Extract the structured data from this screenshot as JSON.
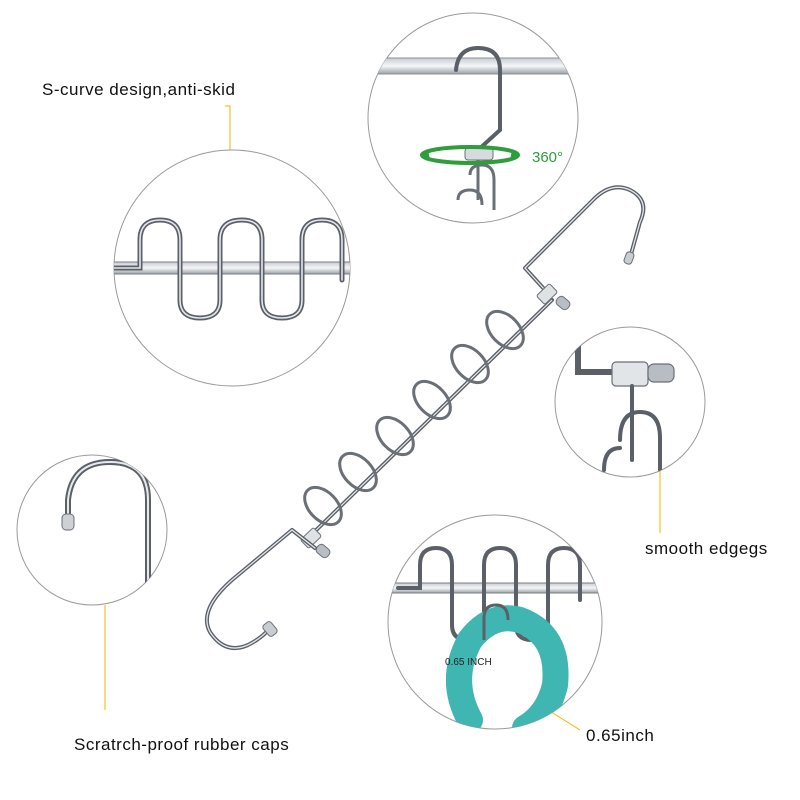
{
  "callouts": {
    "s_curve": "S-curve design,anti-skid",
    "smooth_edges": "smooth edgegs",
    "rubber_caps": "Scratrch-proof rubber caps",
    "size": "0.65inch"
  },
  "detail": {
    "rotation": "360°",
    "size_inch": "0.65 INCH"
  },
  "colors": {
    "leader_line": "#f0b400",
    "rotation_arrow": "#2e9e3c",
    "teal_ring": "#3fb6b2",
    "metal_dark": "#6e737a",
    "metal_light": "#d9dde2"
  }
}
